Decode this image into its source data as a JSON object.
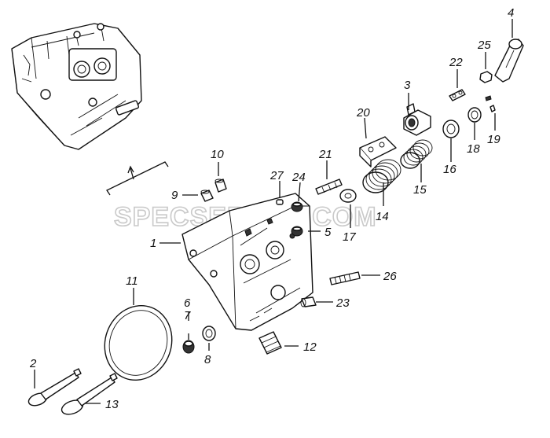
{
  "watermark": "SPECSERVER.COM",
  "callouts": [
    {
      "id": "c1",
      "text": "1"
    },
    {
      "id": "c2",
      "text": "2"
    },
    {
      "id": "c3",
      "text": "3"
    },
    {
      "id": "c4",
      "text": "4"
    },
    {
      "id": "c5",
      "text": "5"
    },
    {
      "id": "c6",
      "text": "6"
    },
    {
      "id": "c7",
      "text": "7"
    },
    {
      "id": "c8",
      "text": "8"
    },
    {
      "id": "c9",
      "text": "9"
    },
    {
      "id": "c10",
      "text": "10"
    },
    {
      "id": "c11",
      "text": "11"
    },
    {
      "id": "c12",
      "text": "12"
    },
    {
      "id": "c13",
      "text": "13"
    },
    {
      "id": "c14",
      "text": "14"
    },
    {
      "id": "c15",
      "text": "15"
    },
    {
      "id": "c16",
      "text": "16"
    },
    {
      "id": "c17",
      "text": "17"
    },
    {
      "id": "c18",
      "text": "18"
    },
    {
      "id": "c19",
      "text": "19"
    },
    {
      "id": "c20",
      "text": "20"
    },
    {
      "id": "c21",
      "text": "21"
    },
    {
      "id": "c22",
      "text": "22"
    },
    {
      "id": "c23",
      "text": "23"
    },
    {
      "id": "c24",
      "text": "24"
    },
    {
      "id": "c25",
      "text": "25"
    },
    {
      "id": "c26",
      "text": "26"
    },
    {
      "id": "c27",
      "text": "27"
    }
  ]
}
